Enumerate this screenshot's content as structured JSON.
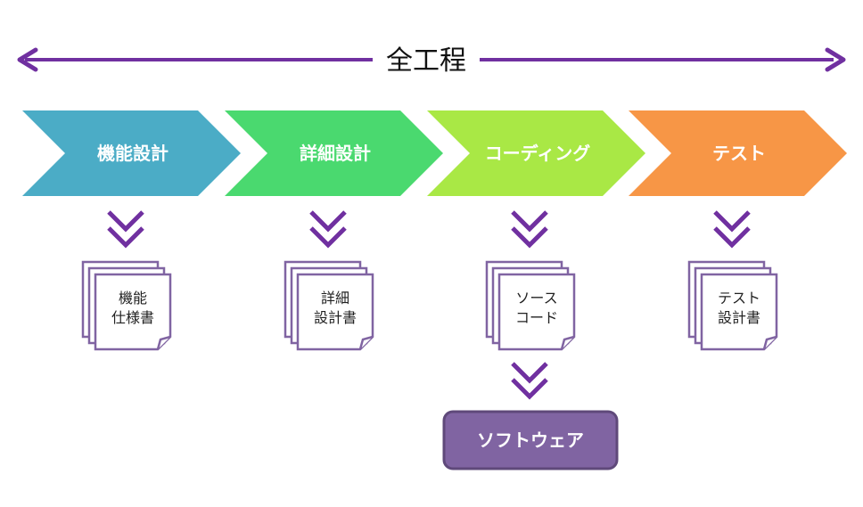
{
  "span": {
    "label": "全工程"
  },
  "phases": [
    {
      "label": "機能設計",
      "color": "#4bacc6",
      "doc_line1": "機能",
      "doc_line2": "仕様書"
    },
    {
      "label": "詳細設計",
      "color": "#4ad96f",
      "doc_line1": "詳細",
      "doc_line2": "設計書"
    },
    {
      "label": "コーディング",
      "color": "#a9e845",
      "doc_line1": "ソース",
      "doc_line2": "コード"
    },
    {
      "label": "テスト",
      "color": "#f79646",
      "doc_line1": "テスト",
      "doc_line2": "設計書"
    }
  ],
  "output": {
    "label": "ソフトウェア",
    "color": "#8064a2"
  },
  "colors": {
    "accent": "#7030a0",
    "doc_border": "#8064a2"
  }
}
